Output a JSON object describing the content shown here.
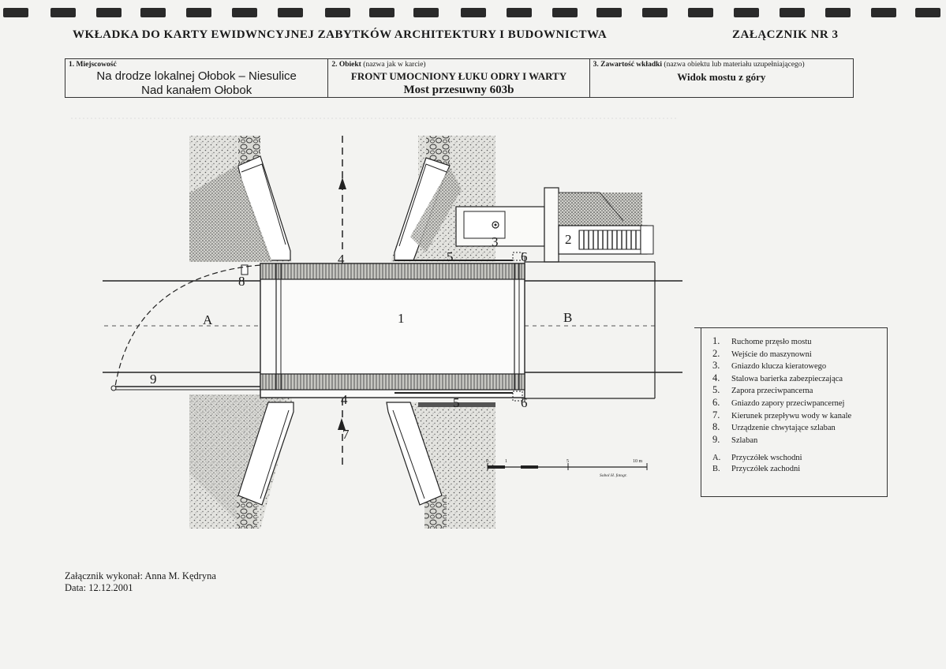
{
  "header": {
    "title": "WKŁADKA DO KARTY EWIDWNCYJNEJ ZABYTKÓW ARCHITEKTURY I BUDOWNICTWA",
    "annex": "ZAŁĄCZNIK NR 3"
  },
  "form": {
    "cell1": {
      "label_bold": "1. Miejscowość",
      "label_rest": "",
      "line1": "Na drodze lokalnej Ołobok – Niesulice",
      "line2": "Nad kanałem Ołobok"
    },
    "cell2": {
      "label_bold": "2. Obiekt",
      "label_rest": " (nazwa jak w karcie)",
      "line1": "FRONT UMOCNIONY ŁUKU ODRY I WARTY",
      "line2": "Most przesuwny 603b"
    },
    "cell3": {
      "label_bold": "3. Zawartość wkładki",
      "label_rest": " (nazwa obiektu lub materiału uzupełniającego)",
      "line1": "Widok mostu z góry"
    }
  },
  "drawing": {
    "labels": {
      "l1": "1",
      "l2": "2",
      "l3": "3",
      "l4a": "4",
      "l4b": "4",
      "l5a": "5",
      "l5b": "5",
      "l6a": "6",
      "l6b": "6",
      "l7": "7",
      "l8": "8",
      "l9": "9",
      "lA": "A",
      "lB": "B"
    },
    "scale": {
      "t0": "0",
      "t1": "1",
      "t5": "5",
      "t10": "10 m",
      "note": "Sobol H. fotogr."
    }
  },
  "legend": {
    "items": [
      {
        "num": "1.",
        "text": "Ruchome przęsło mostu"
      },
      {
        "num": "2.",
        "text": "Wejście do maszynowni"
      },
      {
        "num": "3.",
        "text": "Gniazdo klucza kieratowego"
      },
      {
        "num": "4.",
        "text": "Stalowa barierka zabezpieczająca"
      },
      {
        "num": "5.",
        "text": "Zapora przeciwpancerna"
      },
      {
        "num": "6.",
        "text": "Gniazdo zapory przeciwpancernej"
      },
      {
        "num": "7.",
        "text": "Kierunek przepływu wody w kanale"
      },
      {
        "num": "8.",
        "text": "Urządzenie chwytające szlaban"
      },
      {
        "num": "9.",
        "text": "Szlaban"
      }
    ],
    "abutments": [
      {
        "num": "A.",
        "text": "Przyczółek wschodni"
      },
      {
        "num": "B.",
        "text": "Przyczółek zachodni"
      }
    ]
  },
  "footer": {
    "author": "Załącznik wykonał: Anna M. Kędryna",
    "date": "Data: 12.12.2001"
  }
}
